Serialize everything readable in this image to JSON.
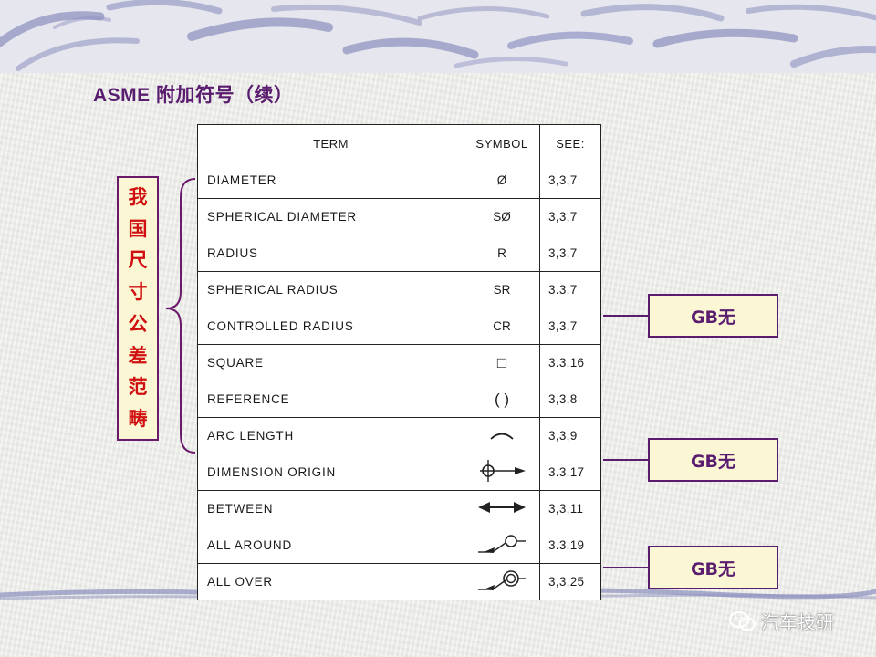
{
  "title": "ASME  附加符号（续）",
  "table": {
    "headers": {
      "term": "TERM",
      "symbol": "SYMBOL",
      "see": "SEE:"
    },
    "rows": [
      {
        "term": "DIAMETER",
        "symbol": "Ø",
        "see": "3,3,7"
      },
      {
        "term": "SPHERICAL  DIAMETER",
        "symbol": "SØ",
        "see": "3,3,7"
      },
      {
        "term": "RADIUS",
        "symbol": "R",
        "see": "3,3,7"
      },
      {
        "term": "SPHERICAL  RADIUS",
        "symbol": "SR",
        "see": "3.3.7"
      },
      {
        "term": "CONTROLLED  RADIUS",
        "symbol": "CR",
        "see": "3,3,7"
      },
      {
        "term": "SQUARE",
        "symbol": "□",
        "see": "3.3.16"
      },
      {
        "term": "REFERENCE",
        "symbol": "( )",
        "see": "3,3,8"
      },
      {
        "term": "ARC  LENGTH",
        "symbol": "arc-length-icon",
        "see": "3,3,9"
      },
      {
        "term": "DIMENSION  ORIGIN",
        "symbol": "dimension-origin-icon",
        "see": "3.3.17"
      },
      {
        "term": "BETWEEN",
        "symbol": "between-arrow-icon",
        "see": "3,3,11"
      },
      {
        "term": "ALL  AROUND",
        "symbol": "all-around-icon",
        "see": "3.3.19"
      },
      {
        "term": "ALL  OVER",
        "symbol": "all-over-icon",
        "see": "3,3,25"
      }
    ]
  },
  "bracket_label": [
    "我",
    "国",
    "尺",
    "寸",
    "公",
    "差",
    "范",
    "畴"
  ],
  "gb_notes": [
    "GB无",
    "GB无",
    "GB无"
  ],
  "watermark": "汽车技研",
  "colors": {
    "accent": "#5a1c6e",
    "label_red": "#d01010",
    "box_fill": "#fbf6d4"
  }
}
